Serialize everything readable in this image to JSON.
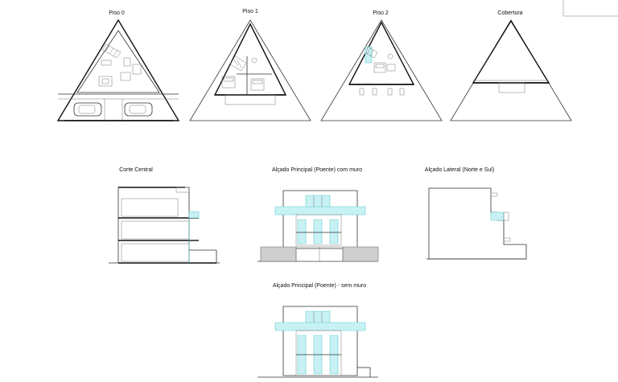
{
  "drawings": {
    "plans": [
      {
        "id": "piso-0",
        "label": "Piso 0"
      },
      {
        "id": "piso-1",
        "label": "Piso 1"
      },
      {
        "id": "piso-2",
        "label": "Piso 2"
      },
      {
        "id": "cobertura",
        "label": "Cobertura"
      }
    ],
    "sections": [
      {
        "id": "corte-central",
        "label": "Corte Central"
      },
      {
        "id": "alcado-principal-muro",
        "label": "Alçado Principal (Poente) com muro"
      },
      {
        "id": "alcado-lateral",
        "label": "Alçado Lateral (Norte e Sul)"
      },
      {
        "id": "alcado-principal-sem-muro",
        "label": "Alçado Principal (Poente) - sem muro"
      }
    ]
  },
  "colors": {
    "line": "#333333",
    "glass": "#c8f1f4",
    "wall": "#cfcfcf"
  }
}
